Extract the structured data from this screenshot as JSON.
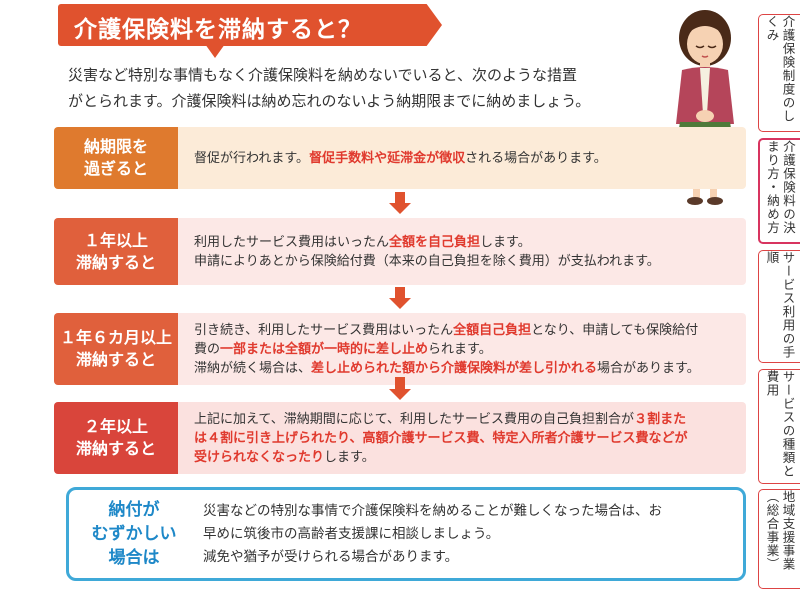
{
  "title": "介護保険料を滞納すると？",
  "intro": {
    "line1": "災害など特別な事情もなく介護保険料を納めないでいると、次のような措置",
    "line2": "がとられます。介護保険料は納め忘れのないよう納期限までに納めましょう。"
  },
  "steps": [
    {
      "label_line1": "納期限を",
      "label_line2": "過ぎると",
      "text_a": "督促が行われます。",
      "text_b_hl": "督促手数料や延滞金が徴収",
      "text_c": "される場合があります。"
    },
    {
      "label_line1": "１年以上",
      "label_line2": "滞納すると",
      "line1_a": "利用したサービス費用はいったん",
      "line1_b_hl": "全額を自己負担",
      "line1_c": "します。",
      "line2": "申請によりあとから保険給付費（本来の自己負担を除く費用）が支払われます。"
    },
    {
      "label_line1": "１年６カ月以上",
      "label_line2": "滞納すると",
      "line1_a": "引き続き、利用したサービス費用はいったん",
      "line1_b_hl": "全額自己負担",
      "line1_c": "となり、申請しても保険給付",
      "line2_a": "費の",
      "line2_b_hl": "一部または全額が一時的に差し止め",
      "line2_c": "られます。",
      "line3_a": "滞納が続く場合は、",
      "line3_b_hl": "差し止められた額から介護保険料が差し引かれる",
      "line3_c": "場合があります。"
    },
    {
      "label_line1": "２年以上",
      "label_line2": "滞納すると",
      "line1_a": "上記に加えて、滞納期間に応じて、利用したサービス費用の自己負担割合が",
      "line1_b_hl": "３割また",
      "line2_hl": "は４割に引き上げられたり、高額介護サービス費、特定入所者介護サービス費などが",
      "line3_a_hl": "受けられなくなったり",
      "line3_b": "します。"
    }
  ],
  "consult": {
    "label_line1": "納付が",
    "label_line2": "むずかしい",
    "label_line3": "場合は",
    "line1": "災害などの特別な事情で介護保険料を納めることが難しくなった場合は、お",
    "line2": "早めに筑後市の高齢者支援課に相談しましょう。",
    "line3": "減免や猶予が受けられる場合があります。"
  },
  "side_tabs": [
    {
      "label": "介護保険制度のしくみ",
      "active": false
    },
    {
      "label": "介護保険料の決まり方・納め方",
      "active": true
    },
    {
      "label": "サービス利用の手順",
      "active": false
    },
    {
      "label": "サービスの種類と費用",
      "active": false
    },
    {
      "label": "地域支援事業（総合事業）",
      "active": false
    }
  ],
  "colors": {
    "accent": "#e0522e",
    "highlight": "#e03a2e",
    "consult_border": "#3fa9d8",
    "active_tab": "#d8345f"
  },
  "illustration": "woman-bowing-icon"
}
